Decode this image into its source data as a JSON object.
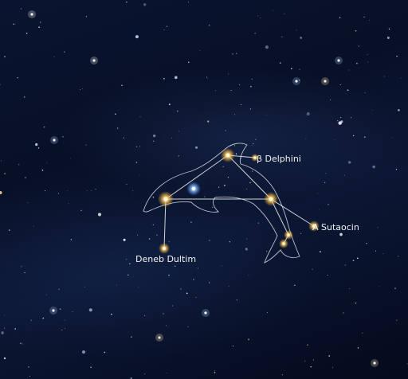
{
  "labels": {
    "beta_delphini": "β Delphini",
    "alpha_sualocin": "A Sutaocin",
    "deneb_dulfim": "Deneb Dultim"
  },
  "colors": {
    "sky": "#0a1430",
    "star_gold": "#ffd36b",
    "star_blue": "#9ec8ff",
    "line": "#e8e8e8"
  }
}
